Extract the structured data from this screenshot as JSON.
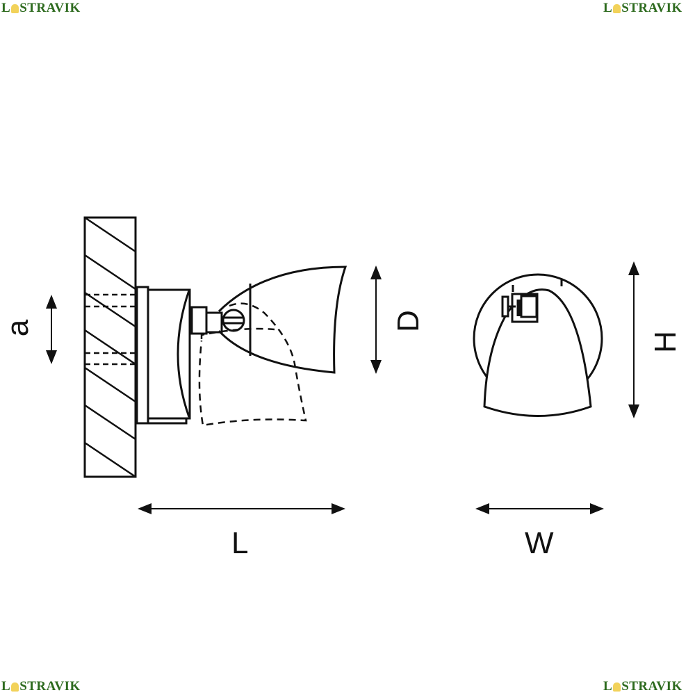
{
  "logo": {
    "text_first": "L",
    "text_rest": "STRAVIK",
    "full": "LUSTRAVIK",
    "color": "#2e6b1f"
  },
  "dimensions": {
    "a": "a",
    "D": "D",
    "H": "H",
    "L": "L",
    "W": "W"
  }
}
